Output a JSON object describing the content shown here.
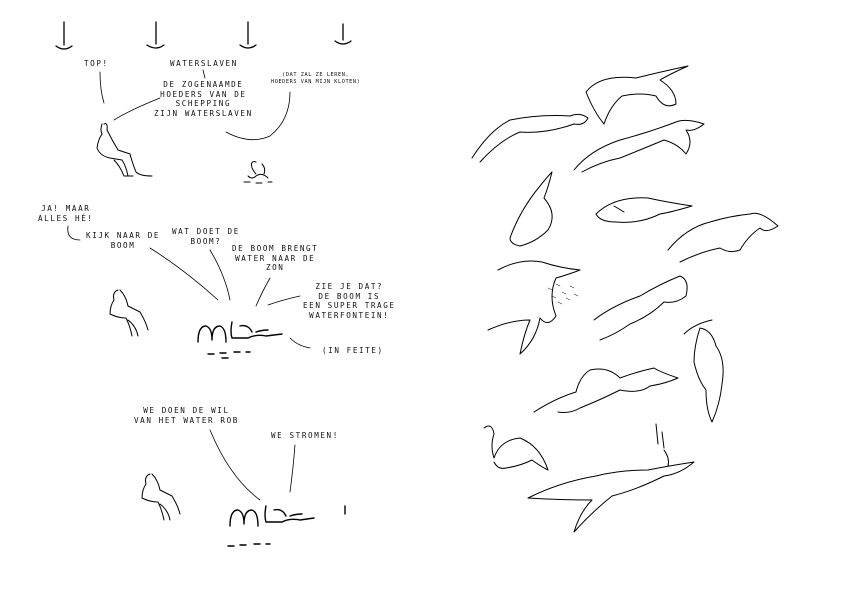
{
  "panel1": {
    "top": "TOP!",
    "waterslaven": "WATERSLAVEN",
    "hoeders": "DE ZOGENAAMDE\nHOEDERS VAN DE\nSCHEPPING\nZIJN WATERSLAVEN",
    "aside": "(DAT ZAL ZE LEREN,\nHOEDERS VAN MIJN KLOTEN)"
  },
  "panel2": {
    "ja": "JA! MAAR\nALLES HÉ!",
    "kijk": "KIJK NAAR DE\nBOOM",
    "watdoet": "WAT DOET DE\nBOOM?",
    "brengt": "DE BOOM BRENGT\nWATER NAAR DE\nZON",
    "ziejedat": "ZIE JE DAT?\nDE BOOM IS\nEEN SUPER TRAGE\nWATERFONTEIN!",
    "infeite": "(IN FEITE)"
  },
  "panel3": {
    "wedoen": "WE DOEN DE WIL\nVAN HET WATER ROB",
    "stromen": "WE STROMEN!"
  }
}
